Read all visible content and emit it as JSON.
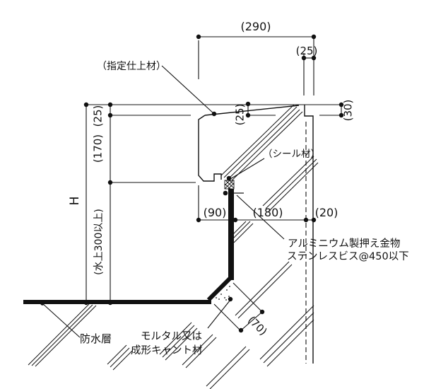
{
  "drawing": {
    "background": "#ffffff",
    "ink": "#111111"
  },
  "labels": {
    "finish_material": "（指定仕上材）",
    "seal_material": "（シール材）",
    "aluminum_line1": "アルミニウム製押え金物",
    "aluminum_line2": "ステンレスビス@450以下",
    "waterproof_layer": "防水層",
    "cant_line1": "モルタル又は",
    "cant_line2": "成形キャント材"
  },
  "dimensions": {
    "coping_width": "(290)",
    "right_overhang": "(25)",
    "right_edge_height": "(30)",
    "slope_drop": "(25)",
    "left_top": "(25)",
    "left_mid": "(170)",
    "overall_height": "H",
    "upstand_min": "(水上300以上)",
    "bottom_90": "(90)",
    "bottom_180": "(180)",
    "bottom_20": "(20)",
    "cant_width": "(70)"
  }
}
